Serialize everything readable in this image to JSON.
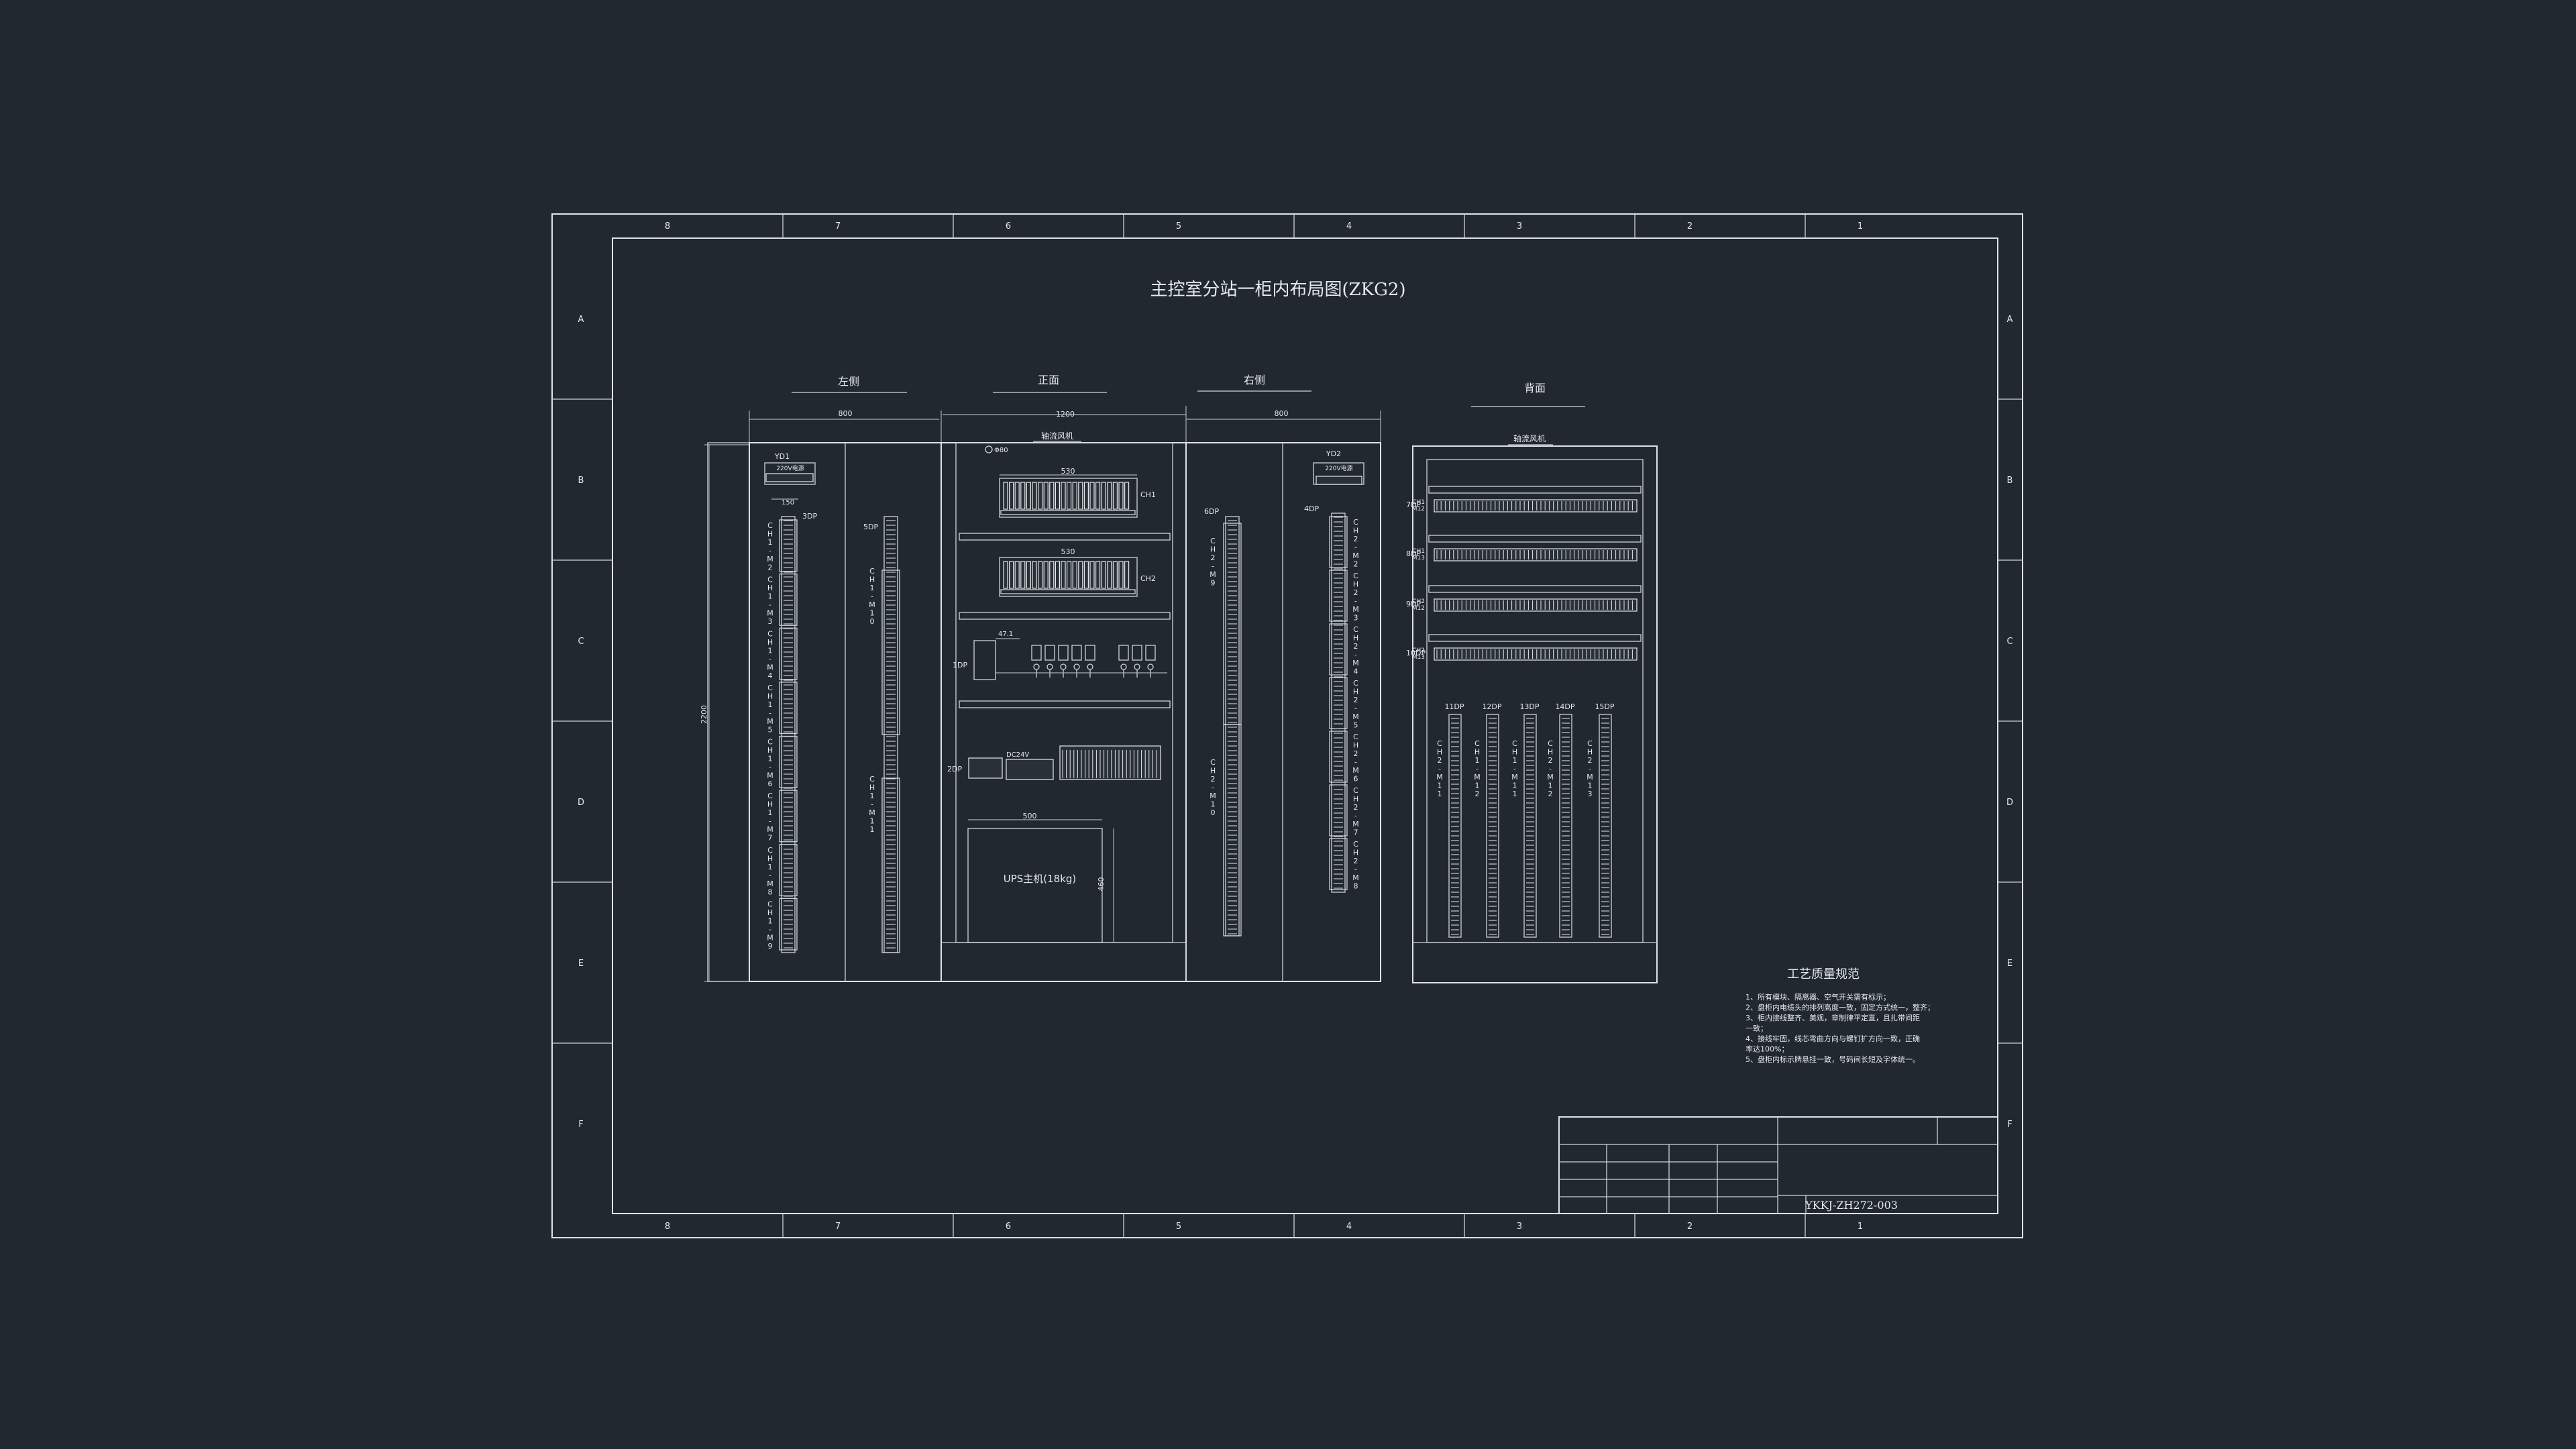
{
  "drawing": {
    "title": "主控室分站一柜内布局图(ZKG2)",
    "drawing_number": "YKKJ-ZH272-003",
    "border_columns": [
      "8",
      "7",
      "6",
      "5",
      "4",
      "3",
      "2",
      "1"
    ],
    "border_rows": [
      "A",
      "B",
      "C",
      "D",
      "E",
      "F"
    ]
  },
  "views": {
    "left": "左侧",
    "front": "正面",
    "right": "右侧",
    "back": "背面"
  },
  "dims": {
    "left_width": "800",
    "front_width": "1200",
    "right_width": "800",
    "height": "2200",
    "ch_width": "530",
    "ups_width": "500",
    "ups_height": "460",
    "d47": "47.1",
    "d80": "Φ80",
    "d150": "150"
  },
  "labels": {
    "fan": "轴流风机",
    "fan_back": "轴流风机",
    "yd1": "YD1",
    "yd2": "YD2",
    "power_220": "220V电源",
    "power_220_b": "220V电源",
    "ch1": "CH1",
    "ch2": "CH2",
    "ups": "UPS主机(18kg)",
    "dc24": "DC24V",
    "dp1": "1DP",
    "dp2": "2DP",
    "dp3": "3DP",
    "dp4": "4DP",
    "dp5": "5DP",
    "dp6": "6DP",
    "dp7": "7DP",
    "dp8": "8DP",
    "dp9": "9DP",
    "dp10": "10DP",
    "dp11": "11DP",
    "dp12": "12DP",
    "dp13": "13DP",
    "dp14": "14DP",
    "dp15": "15DP"
  },
  "left_modules": [
    "CH1-M2",
    "CH1-M3",
    "CH1-M4",
    "CH1-M5",
    "CH1-M6",
    "CH1-M7",
    "CH1-M8",
    "CH1-M9"
  ],
  "left_inner_modules": [
    "CH1-M10",
    "CH1-M11"
  ],
  "right_modules": [
    "CH2-M2",
    "CH2-M3",
    "CH2-M4",
    "CH2-M5",
    "CH2-M6",
    "CH2-M7",
    "CH2-M8"
  ],
  "right_inner_modules": [
    "CH2-M9",
    "CH2-M10"
  ],
  "back_rows": [
    "CH1 M12",
    "CH1 M13",
    "CH2 M12",
    "CH2 M13"
  ],
  "back_modules": [
    "CH2-M11",
    "CH1-M12",
    "CH1-M11",
    "CH2-M12",
    "CH2-M13"
  ],
  "notes": {
    "title": "工艺质量规范",
    "items": [
      "1、所有模块、隔离器、空气开关需有标示；",
      "2、盘柜内电缆头的排列高度一致，固定方式统一，整齐；",
      "3、柜内接线整齐、美观，章制律平定直，且扎带间距",
      "一致；",
      "4、接线牢固，线芯弯曲方向与螺钉扩方向一致，正确",
      "率达100%；",
      "5、盘柜内标示牌悬挂一致，号码间长短及字体统一。"
    ]
  }
}
